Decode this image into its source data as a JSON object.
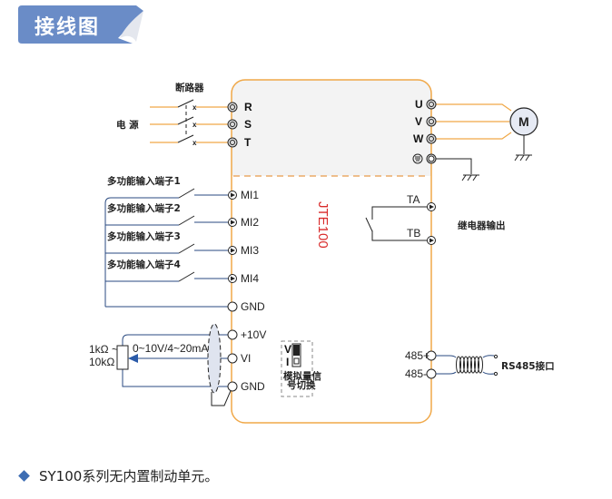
{
  "header": {
    "title": "接线图",
    "badge_color": "#6a8cc7"
  },
  "diagram": {
    "model_label": "JTE100",
    "model_color": "#d92b2b",
    "box_color": "#f0a848",
    "breaker_label": "断路器",
    "power_label": "电 源",
    "power_terminals": [
      "R",
      "S",
      "T"
    ],
    "motor_terminals": [
      "U",
      "V",
      "W"
    ],
    "motor_label": "M",
    "inputs": [
      {
        "label": "多功能输入端子1",
        "terminal": "MI1"
      },
      {
        "label": "多功能输入端子2",
        "terminal": "MI2"
      },
      {
        "label": "多功能输入端子3",
        "terminal": "MI3"
      },
      {
        "label": "多功能输入端子4",
        "terminal": "MI4"
      }
    ],
    "gnd_label": "GND",
    "analog": {
      "plus10v": "+10V",
      "vi": "VI",
      "gnd": "GND",
      "pot_range_1": "1kΩ ~",
      "pot_range_2": "10kΩ",
      "signal_range": "0~10V/4~20mA"
    },
    "switch_box": {
      "v_label": "V",
      "i_label": "I",
      "caption_1": "模拟量信",
      "caption_2": "号切换"
    },
    "relay": {
      "ta": "TA",
      "tb": "TB",
      "label": "继电器输出"
    },
    "rs485": {
      "plus": "485+",
      "minus": "485-",
      "label": "RS485接口"
    }
  },
  "footnote": "SY100系列无内置制动单元。"
}
